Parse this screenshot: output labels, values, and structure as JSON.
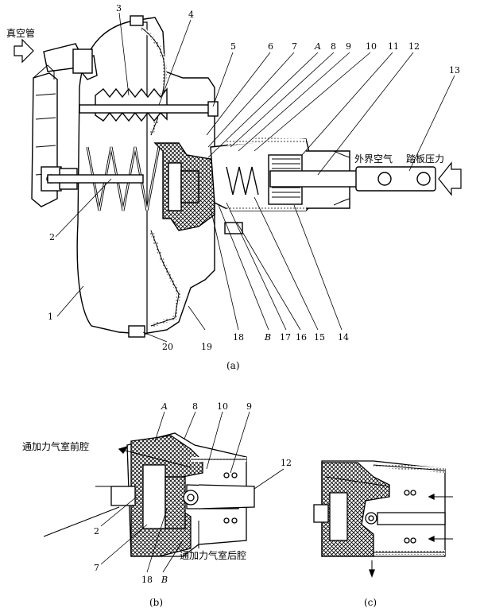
{
  "figure_a": {
    "caption": "(a)",
    "texts": {
      "vacuum_pipe": "真空管",
      "outside_air": "外界空气",
      "pedal_force": "踏板压力"
    },
    "callouts": [
      "1",
      "2",
      "3",
      "4",
      "5",
      "6",
      "7",
      "A",
      "8",
      "9",
      "10",
      "11",
      "12",
      "13",
      "14",
      "15",
      "16",
      "17",
      "B",
      "18",
      "19",
      "20"
    ]
  },
  "figure_b": {
    "caption": "(b)",
    "texts": {
      "front_chamber": "通加力气室前腔",
      "rear_chamber": "通加力气室后腔"
    },
    "callouts": [
      "A",
      "8",
      "10",
      "9",
      "12",
      "2",
      "7",
      "18",
      "B"
    ]
  },
  "figure_c": {
    "caption": "(c)"
  },
  "colors": {
    "line": "#000000",
    "background": "#ffffff",
    "hatch": "#000000"
  }
}
